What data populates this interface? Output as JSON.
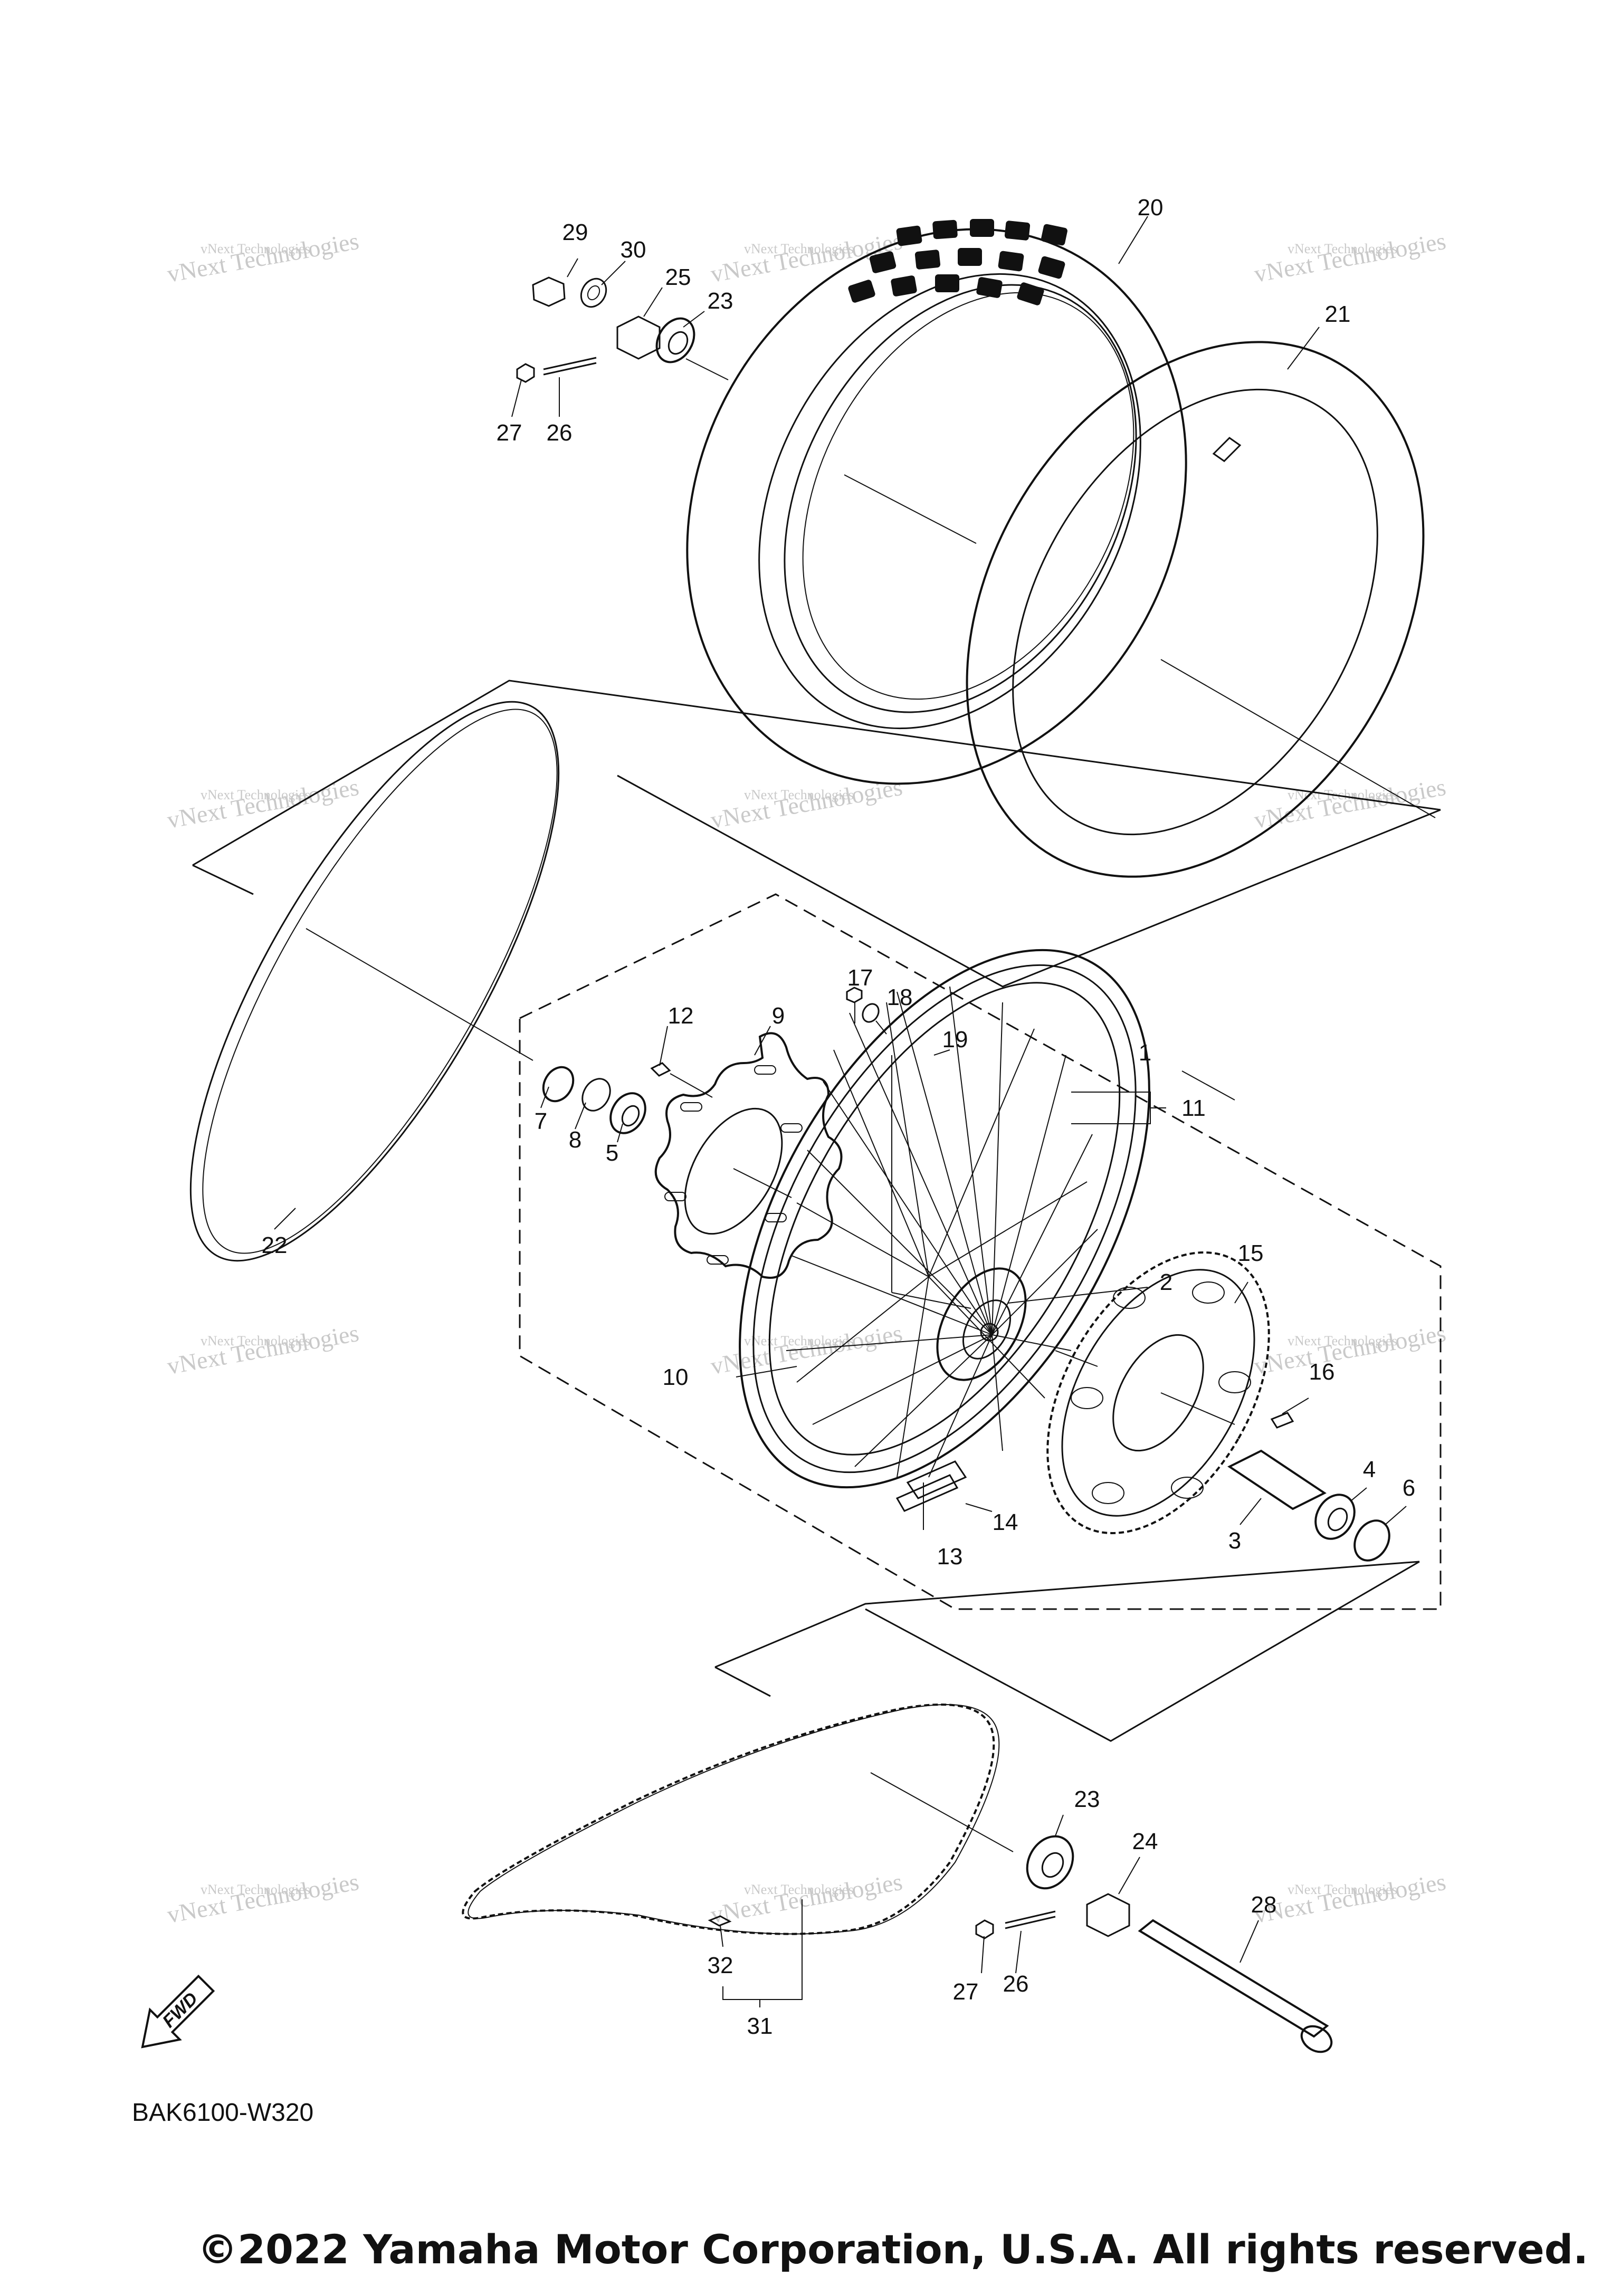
{
  "diagram_code": "BAK6100-W320",
  "copyright": "©2022 Yamaha Motor Corporation, U.S.A. All rights reserved.",
  "watermark": {
    "line1": "vNext Technologies",
    "line2": "vNext Technologies"
  },
  "fwd_label": "FWD",
  "parts": [
    {
      "id": "p1",
      "label": "1"
    },
    {
      "id": "p2",
      "label": "2"
    },
    {
      "id": "p3",
      "label": "3"
    },
    {
      "id": "p4",
      "label": "4"
    },
    {
      "id": "p5",
      "label": "5"
    },
    {
      "id": "p6",
      "label": "6"
    },
    {
      "id": "p7",
      "label": "7"
    },
    {
      "id": "p8",
      "label": "8"
    },
    {
      "id": "p9",
      "label": "9"
    },
    {
      "id": "p10",
      "label": "10"
    },
    {
      "id": "p11",
      "label": "11"
    },
    {
      "id": "p12",
      "label": "12"
    },
    {
      "id": "p13",
      "label": "13"
    },
    {
      "id": "p14",
      "label": "14"
    },
    {
      "id": "p15",
      "label": "15"
    },
    {
      "id": "p16",
      "label": "16"
    },
    {
      "id": "p17",
      "label": "17"
    },
    {
      "id": "p18",
      "label": "18"
    },
    {
      "id": "p19",
      "label": "19"
    },
    {
      "id": "p20",
      "label": "20"
    },
    {
      "id": "p21",
      "label": "21"
    },
    {
      "id": "p22",
      "label": "22"
    },
    {
      "id": "p23a",
      "label": "23"
    },
    {
      "id": "p23b",
      "label": "23"
    },
    {
      "id": "p24",
      "label": "24"
    },
    {
      "id": "p25",
      "label": "25"
    },
    {
      "id": "p26a",
      "label": "26"
    },
    {
      "id": "p26b",
      "label": "26"
    },
    {
      "id": "p27a",
      "label": "27"
    },
    {
      "id": "p27b",
      "label": "27"
    },
    {
      "id": "p28",
      "label": "28"
    },
    {
      "id": "p29",
      "label": "29"
    },
    {
      "id": "p30",
      "label": "30"
    },
    {
      "id": "p31",
      "label": "31"
    },
    {
      "id": "p32",
      "label": "32"
    }
  ]
}
